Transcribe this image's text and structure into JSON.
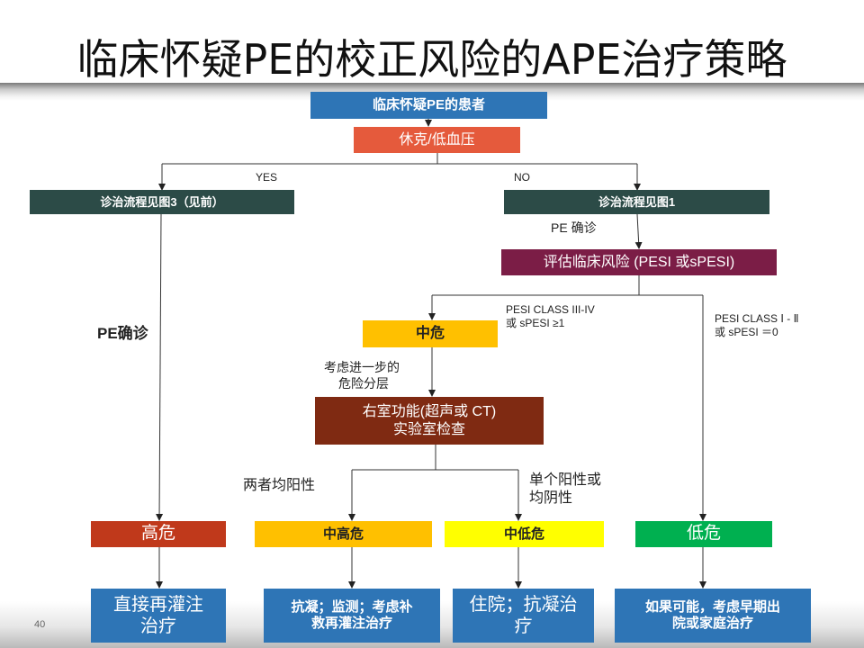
{
  "title": "临床怀疑PE的校正风险的APE治疗策略",
  "page_number": "40",
  "nodes": {
    "patient": "临床怀疑PE的患者",
    "shock": "休克/低血压",
    "flow3": "诊治流程见图3（见前）",
    "flow1": "诊治流程见图1",
    "assess": "评估临床风险 (PESI 或sPESI)",
    "mid": "中危",
    "rv_line1": "右室功能(超声或 CT)",
    "rv_line2": "实验室检查",
    "high": "高危",
    "mid_high": "中高危",
    "mid_low": "中低危",
    "low": "低危",
    "t_high_line1": "直接再灌注",
    "t_high_line2": "治疗",
    "t_midhigh_line1": "抗凝；监测；考虑补",
    "t_midhigh_line2": "救再灌注治疗",
    "t_midlow_line1": "住院；抗凝治",
    "t_midlow_line2": "疗",
    "t_low_line1": "如果可能，考虑早期出",
    "t_low_line2": "院或家庭治疗"
  },
  "edge_labels": {
    "yes": "YES",
    "no": "NO",
    "pe_confirm_right": "PE 确诊",
    "pe_confirm_left": "PE确诊",
    "pesi_34_line1": "PESI CLASS III-IV",
    "pesi_34_line2": "或 sPESI ≥1",
    "pesi_12_line1": "PESI CLASS Ⅰ - Ⅱ",
    "pesi_12_line2": "或 sPESI ＝0",
    "further_line1": "考虑进一步的",
    "further_line2": "危险分层",
    "both_positive": "两者均阳性",
    "single_line1": "单个阳性或",
    "single_line2": "均阴性"
  },
  "colors": {
    "blue": "#2e75b6",
    "orange_red": "#e55a3c",
    "dark_teal": "#2c4b47",
    "maroon": "#7b1d46",
    "gold": "#ffc000",
    "dark_red": "#7f2a12",
    "red": "#c0391b",
    "yellow": "#ffff00",
    "green": "#00b050"
  }
}
